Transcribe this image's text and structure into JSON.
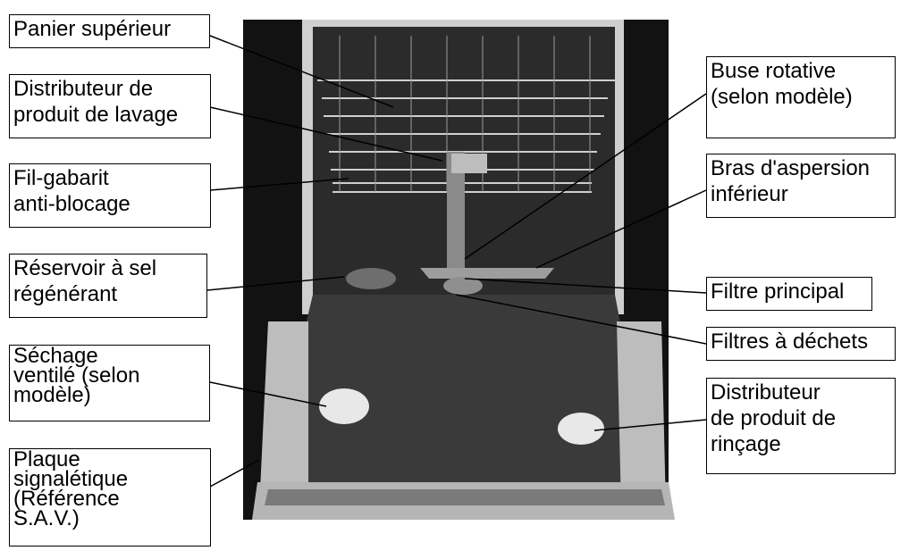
{
  "labels": {
    "panier_superieur": [
      "Panier supérieur"
    ],
    "distributeur_lavage": [
      "Distributeur de",
      "produit de lavage"
    ],
    "fil_gabarit": [
      "Fil-gabarit",
      "anti-blocage"
    ],
    "reservoir_sel": [
      "Réservoir à sel",
      "régénérant"
    ],
    "sechage_ventile": [
      "Séchage",
      "ventilé (selon",
      "modèle)"
    ],
    "plaque_signaletique": [
      "Plaque",
      "signalétique",
      "(Référence",
      "S.A.V.)"
    ],
    "buse_rotative": [
      "Buse rotative",
      "(selon modèle)"
    ],
    "bras_aspersion": [
      "Bras d'aspersion",
      "inférieur"
    ],
    "filtre_principal": [
      "Filtre principal"
    ],
    "filtres_dechets": [
      "Filtres à déchets"
    ],
    "distributeur_rincage": [
      "Distributeur",
      "de produit de",
      "rinçage"
    ]
  },
  "colors": {
    "background": "#ffffff",
    "cabinet_dark": "#121212",
    "tub_frame": "#d6d6d6",
    "tub_interior": "#2e2e2e",
    "label_border": "#000000",
    "text": "#000000"
  }
}
